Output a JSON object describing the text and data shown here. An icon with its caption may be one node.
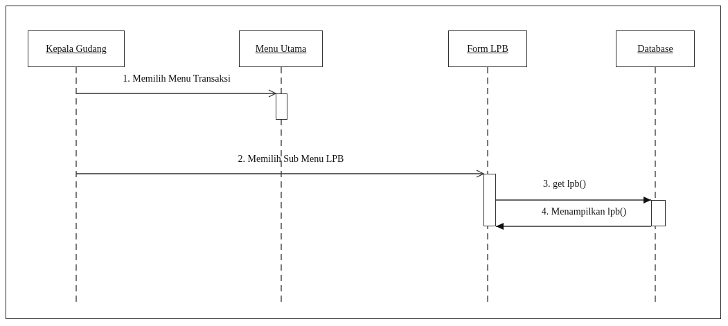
{
  "diagram": {
    "nodes": [
      {
        "text": [
          "Kepala Gudang"
        ]
      },
      {
        "text": [
          "Menu Utama"
        ]
      },
      {
        "text": [
          "Form LPB"
        ]
      },
      {
        "text": [
          "Database"
        ]
      },
      {
        "text": [],
        "shape": "bar",
        "in": 1
      },
      {
        "text": [],
        "shape": "bar",
        "in": 2
      },
      {
        "text": [],
        "shape": "bar",
        "in": 3
      }
    ],
    "edges": [
      {
        "from": 0,
        "to": 4,
        "arrow": "to",
        "label": "1. Memilih Menu Transaksi"
      },
      {
        "from": 0,
        "to": 5,
        "arrow": "to",
        "label": "2. Memilih Sub Menu LPB"
      },
      {
        "from": 5,
        "to": 6,
        "arrow": "to",
        "label": "3. get lpb()"
      },
      {
        "from": 6,
        "to": 5,
        "arrow": "to",
        "label": "4. Menampilkan lpb()"
      }
    ]
  }
}
